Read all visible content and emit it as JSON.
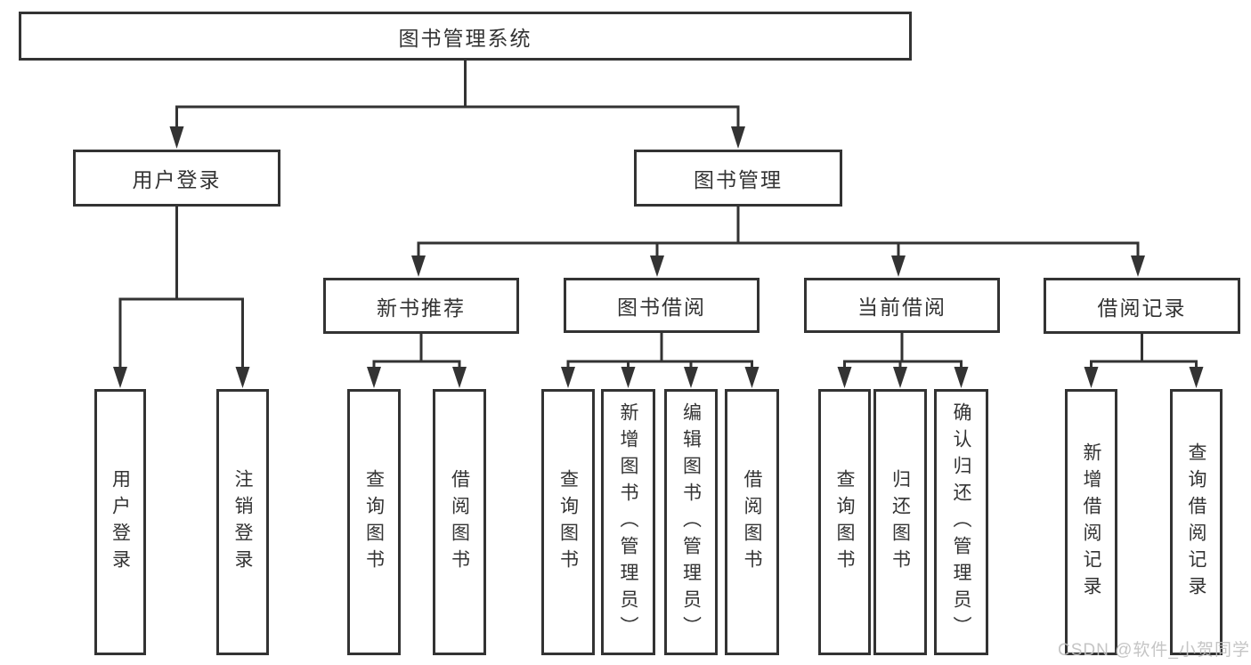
{
  "diagram": {
    "root": {
      "label": "图书管理系统"
    },
    "branches": [
      {
        "label": "用户登录",
        "children": [
          "用户登录",
          "注销登录"
        ]
      },
      {
        "label": "图书管理",
        "groups": [
          {
            "label": "新书推荐",
            "children": [
              "查询图书",
              "借阅图书"
            ]
          },
          {
            "label": "图书借阅",
            "children": [
              "查询图书",
              "新增图书（管理员）",
              "编辑图书（管理员）",
              "借阅图书"
            ]
          },
          {
            "label": "当前借阅",
            "children": [
              "查询图书",
              "归还图书",
              "确认归还（管理员）"
            ]
          },
          {
            "label": "借阅记录",
            "children": [
              "新增借阅记录",
              "查询借阅记录"
            ]
          }
        ]
      }
    ]
  },
  "watermark": {
    "text": "CSDN @软件_小贺同学"
  },
  "colors": {
    "line": "#333333",
    "box_border": "#333333",
    "text": "#333333",
    "watermark": "#c0c0c0",
    "background": "#ffffff"
  }
}
